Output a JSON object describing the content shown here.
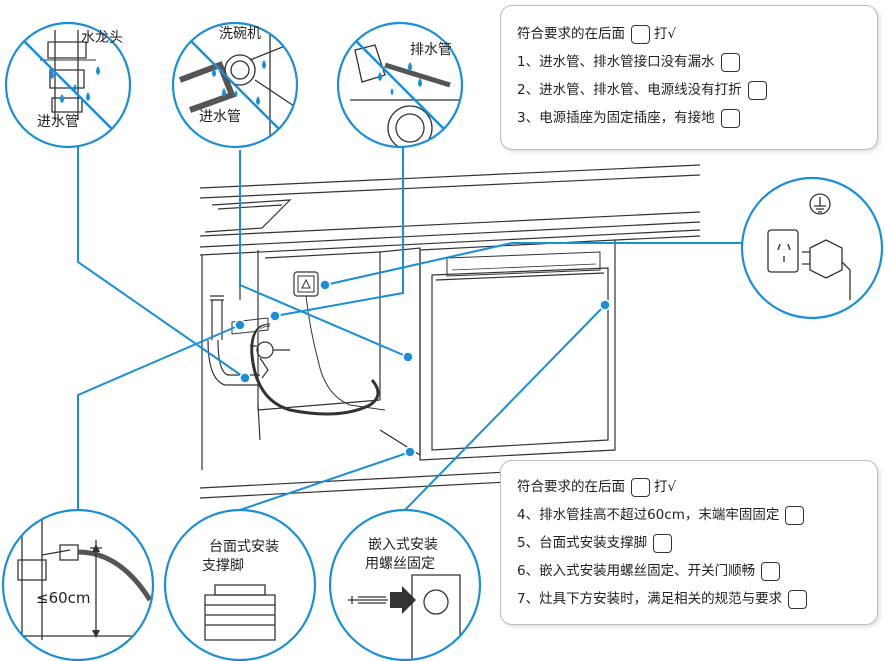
{
  "colors": {
    "accent": "#1a8fd6",
    "line": "#333333"
  },
  "circles": {
    "faucet": {
      "labels": [
        "水龙头",
        "进水管"
      ],
      "prohibited": true
    },
    "dishwasher": {
      "labels": [
        "洗碗机",
        "进水管"
      ],
      "prohibited": true
    },
    "drain": {
      "labels": [
        "排水管"
      ],
      "prohibited": true
    },
    "height": {
      "labels": [
        "≤60cm"
      ]
    },
    "foot": {
      "labels": [
        "台面式安装",
        "支撑脚"
      ]
    },
    "screw": {
      "labels": [
        "嵌入式安装",
        "用螺丝固定"
      ]
    },
    "plug": {
      "icons": [
        "ground-icon",
        "socket-icon",
        "plug-icon"
      ]
    }
  },
  "panel_top": {
    "header": "符合要求的在后面",
    "header_suffix": "打√",
    "items": [
      "1、进水管、排水管接口没有漏水",
      "2、进水管、排水管、电源线没有打折",
      "3、电源插座为固定插座，有接地"
    ]
  },
  "panel_bottom": {
    "header": "符合要求的在后面",
    "header_suffix": "打√",
    "items": [
      "4、排水管挂高不超过60cm，末端牢固固定",
      "5、台面式安装支撑脚",
      "6、嵌入式安装用螺丝固定、开关门顺畅",
      "7、灶具下方安装时，满足相关的规范与要求"
    ]
  }
}
